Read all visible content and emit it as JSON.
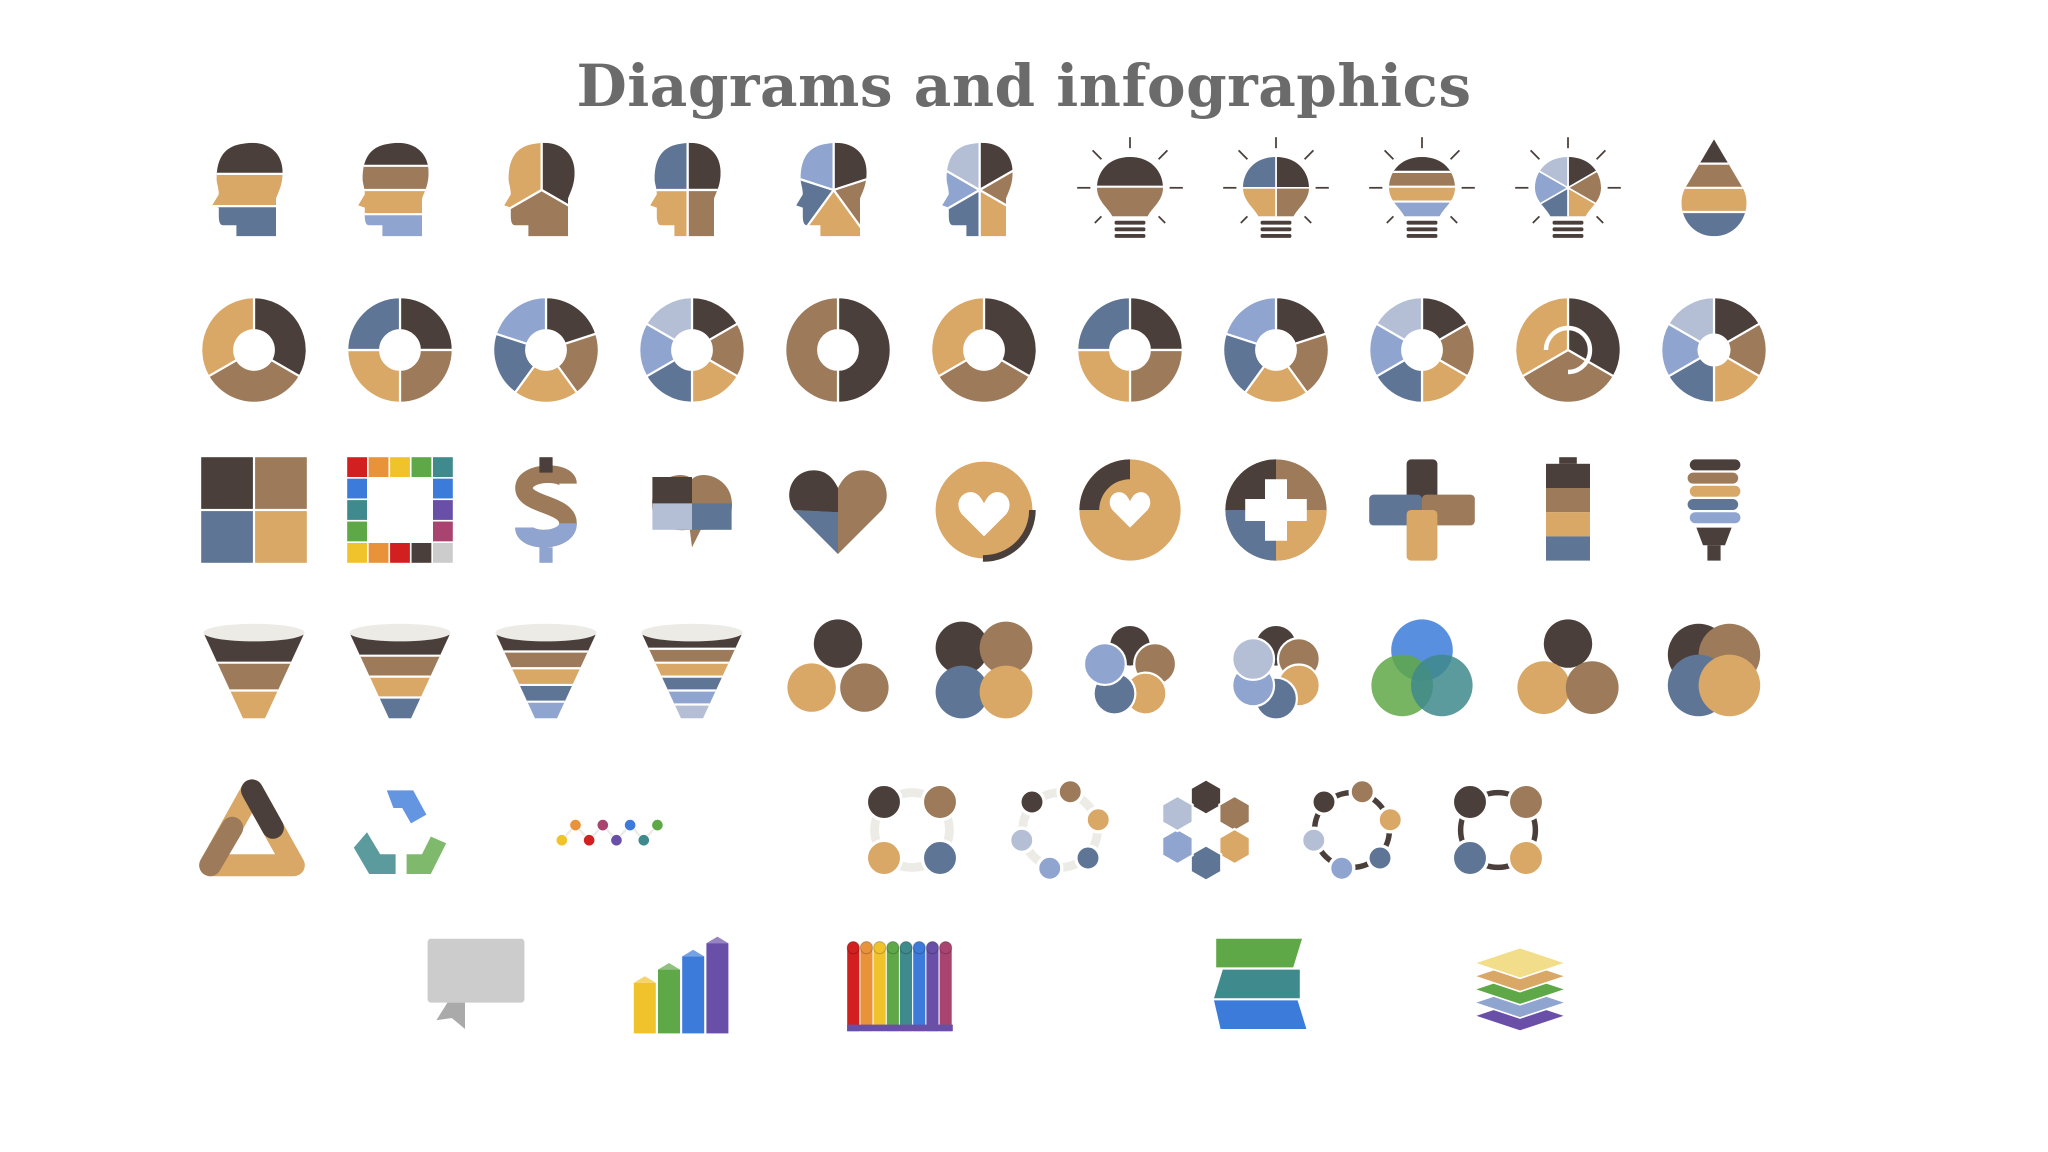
{
  "title": "Diagrams and infographics",
  "palette": {
    "dark": "#4a3f3a",
    "brown": "#9c7a5a",
    "tan": "#d9a766",
    "slate": "#5f7596",
    "blue": "#8fa4cf",
    "light_blue": "#b4bfd6",
    "red": "#d21f1f",
    "orange": "#e8923a",
    "yellow": "#f0c22c",
    "green": "#5fa847",
    "teal": "#3f8a8c",
    "bright_blue": "#3c7bd9",
    "purple": "#6a4fa8",
    "magenta": "#a8446f",
    "grey": "#cccccc",
    "cream": "#ecebe6"
  },
  "icons": [
    {
      "name": "head-layers-3-icon",
      "shape": "head"
    },
    {
      "name": "head-layers-4-icon",
      "shape": "head"
    },
    {
      "name": "head-puzzle-3-icon",
      "shape": "head"
    },
    {
      "name": "head-puzzle-4-icon",
      "shape": "head"
    },
    {
      "name": "head-puzzle-5-icon",
      "shape": "head"
    },
    {
      "name": "head-puzzle-6-icon",
      "shape": "head"
    },
    {
      "name": "lightbulb-layers-2-icon",
      "shape": "bulb"
    },
    {
      "name": "lightbulb-quarters-icon",
      "shape": "bulb"
    },
    {
      "name": "lightbulb-layers-4-icon",
      "shape": "bulb"
    },
    {
      "name": "lightbulb-segments-6-icon",
      "shape": "bulb"
    },
    {
      "name": "drop-layers-icon",
      "shape": "drop"
    },
    {
      "name": "cycle-ring-3-icon",
      "shape": "ring"
    },
    {
      "name": "cycle-ring-4-icon",
      "shape": "ring"
    },
    {
      "name": "cycle-ring-5-icon",
      "shape": "ring"
    },
    {
      "name": "cycle-ring-6-icon",
      "shape": "ring"
    },
    {
      "name": "puzzle-ring-2-icon",
      "shape": "ring"
    },
    {
      "name": "puzzle-ring-3-icon",
      "shape": "ring"
    },
    {
      "name": "puzzle-ring-4-icon",
      "shape": "ring"
    },
    {
      "name": "puzzle-ring-5-icon",
      "shape": "ring"
    },
    {
      "name": "puzzle-ring-6-icon",
      "shape": "ring"
    },
    {
      "name": "swirl-ring-icon",
      "shape": "ring"
    },
    {
      "name": "aperture-icon",
      "shape": "ring"
    },
    {
      "name": "puzzle-square-icon",
      "shape": "puzzle"
    },
    {
      "name": "puzzle-frame-colorful-icon",
      "shape": "frame"
    },
    {
      "name": "dollar-sign-icon",
      "shape": "dollar"
    },
    {
      "name": "brain-puzzle-icon",
      "shape": "brain"
    },
    {
      "name": "heart-puzzle-icon",
      "shape": "heart"
    },
    {
      "name": "heart-ribbon-icon",
      "shape": "heart-ring"
    },
    {
      "name": "heart-circle-icon",
      "shape": "heart-ring"
    },
    {
      "name": "medical-cross-circle-icon",
      "shape": "cross-circle"
    },
    {
      "name": "medical-cross-icon",
      "shape": "cross"
    },
    {
      "name": "battery-icon",
      "shape": "battery"
    },
    {
      "name": "energy-saving-bulb-icon",
      "shape": "cfl"
    },
    {
      "name": "funnel-3-icon",
      "shape": "funnel"
    },
    {
      "name": "funnel-4-icon",
      "shape": "funnel"
    },
    {
      "name": "funnel-5-icon",
      "shape": "funnel"
    },
    {
      "name": "funnel-6-icon",
      "shape": "funnel"
    },
    {
      "name": "petals-3-icon",
      "shape": "petals"
    },
    {
      "name": "petals-4-icon",
      "shape": "petals"
    },
    {
      "name": "petals-5-icon",
      "shape": "petals"
    },
    {
      "name": "petals-6-icon",
      "shape": "petals"
    },
    {
      "name": "venn-colored-icon",
      "shape": "venn"
    },
    {
      "name": "circles-3-icon",
      "shape": "circles"
    },
    {
      "name": "venn-overlap-4-icon",
      "shape": "venn"
    },
    {
      "name": "triangle-cycle-icon",
      "shape": "triangle"
    },
    {
      "name": "recycle-icon",
      "shape": "recycle"
    },
    {
      "name": "timeline-dots-icon",
      "shape": "timeline"
    },
    {
      "name": "connected-circles-4-icon",
      "shape": "network"
    },
    {
      "name": "dot-ring-6-icon",
      "shape": "network"
    },
    {
      "name": "hexagon-cluster-icon",
      "shape": "hex"
    },
    {
      "name": "dot-cycle-icon",
      "shape": "network"
    },
    {
      "name": "cycle-arrows-4-icon",
      "shape": "network"
    },
    {
      "name": "speech-banner-icon",
      "shape": "banner"
    },
    {
      "name": "bar-chart-3d-icon",
      "shape": "bars"
    },
    {
      "name": "cylinder-columns-icon",
      "shape": "cylinders"
    },
    {
      "name": "zigzag-ribbon-icon",
      "shape": "zigzag"
    },
    {
      "name": "layer-stack-icon",
      "shape": "stack"
    }
  ]
}
